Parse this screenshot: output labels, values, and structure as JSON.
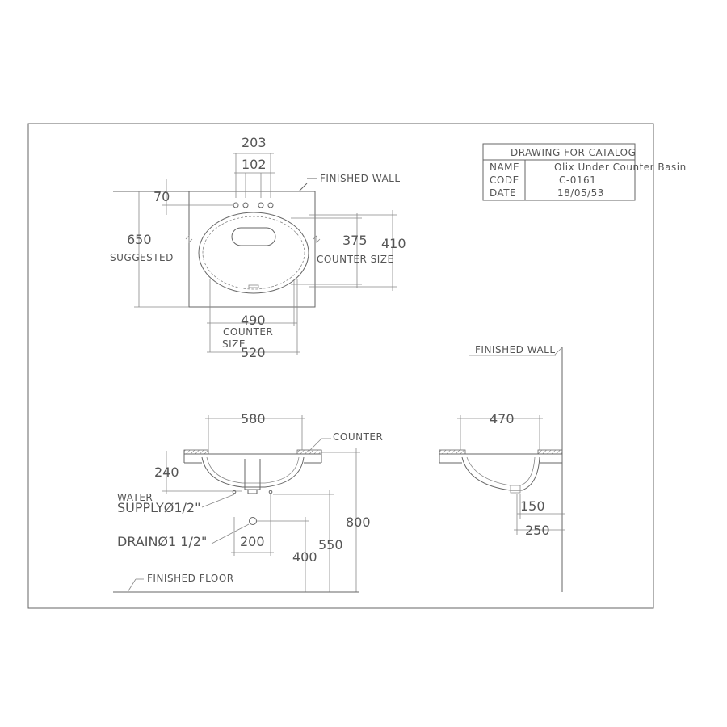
{
  "title_block": {
    "heading": "DRAWING FOR CATALOG",
    "rows": [
      {
        "label": "NAME",
        "value": "Olix Under Counter Basin"
      },
      {
        "label": "CODE",
        "value": "C-0161"
      },
      {
        "label": "DATE",
        "value": "18/05/53"
      }
    ]
  },
  "plan_view": {
    "dim_203": "203",
    "dim_102": "102",
    "dim_70": "70",
    "dim_650": "650",
    "suggested": "SUGGESTED",
    "finished_wall": "FINISHED WALL",
    "dim_375": "375",
    "dim_410": "410",
    "counter_size_right": "COUNTER SIZE",
    "dim_490": "490",
    "counter_size_bottom_1": "COUNTER",
    "counter_size_bottom_2": "SIZE",
    "dim_520": "520"
  },
  "front_view": {
    "dim_580": "580",
    "counter": "COUNTER",
    "dim_240": "240",
    "water_supply_1": "WATER",
    "water_supply_2": "SUPPLYØ1/2\"",
    "drain": "DRAINØ1  1/2\"",
    "dim_200": "200",
    "dim_400": "400",
    "dim_550": "550",
    "dim_800": "800",
    "finished_floor": "FINISHED FLOOR"
  },
  "side_view": {
    "finished_wall": "FINISHED WALL",
    "dim_470": "470",
    "dim_150": "150",
    "dim_250": "250"
  }
}
